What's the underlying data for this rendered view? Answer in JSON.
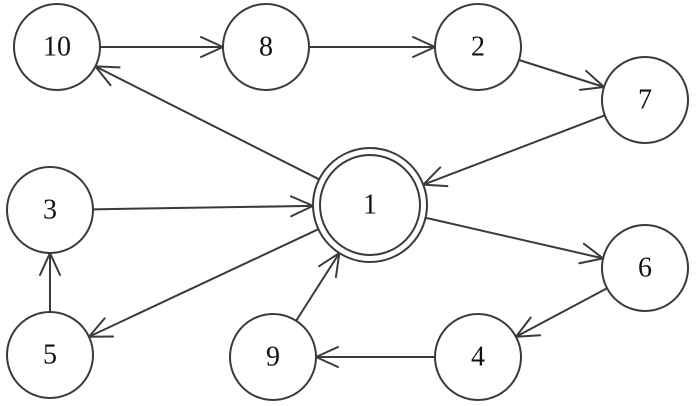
{
  "nodes": [
    {
      "id": "1",
      "label": "1",
      "start": true
    },
    {
      "id": "2",
      "label": "2"
    },
    {
      "id": "3",
      "label": "3"
    },
    {
      "id": "4",
      "label": "4"
    },
    {
      "id": "5",
      "label": "5"
    },
    {
      "id": "6",
      "label": "6"
    },
    {
      "id": "7",
      "label": "7"
    },
    {
      "id": "8",
      "label": "8"
    },
    {
      "id": "9",
      "label": "9"
    },
    {
      "id": "10",
      "label": "10"
    }
  ],
  "edges": [
    {
      "from": "10",
      "to": "8"
    },
    {
      "from": "8",
      "to": "2"
    },
    {
      "from": "2",
      "to": "7"
    },
    {
      "from": "7",
      "to": "1"
    },
    {
      "from": "1",
      "to": "10"
    },
    {
      "from": "3",
      "to": "1"
    },
    {
      "from": "1",
      "to": "6"
    },
    {
      "from": "1",
      "to": "5"
    },
    {
      "from": "5",
      "to": "3"
    },
    {
      "from": "6",
      "to": "4"
    },
    {
      "from": "4",
      "to": "9"
    },
    {
      "from": "9",
      "to": "1"
    }
  ]
}
